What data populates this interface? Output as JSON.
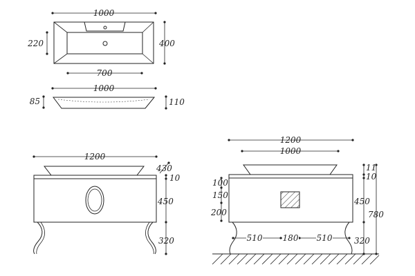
{
  "top_view": {
    "width": "1000",
    "depth": "400",
    "inner_depth": "220",
    "inner_width": "700"
  },
  "front_basin": {
    "width": "1000",
    "height_left": "85",
    "height_right": "110"
  },
  "cabinet_front": {
    "width": "1200",
    "basin_height": "430",
    "top_height": "10",
    "body_height": "450",
    "leg_height": "320"
  },
  "cabinet_side": {
    "total_width": "1200",
    "basin_width": "1000",
    "left_top": "100",
    "left_mid": "150",
    "left_low": "200",
    "seg_left": "510",
    "seg_mid": "180",
    "seg_right": "510",
    "right_basin": "11",
    "right_top": "10",
    "right_body": "450",
    "right_total": "780",
    "right_leg": "320"
  }
}
